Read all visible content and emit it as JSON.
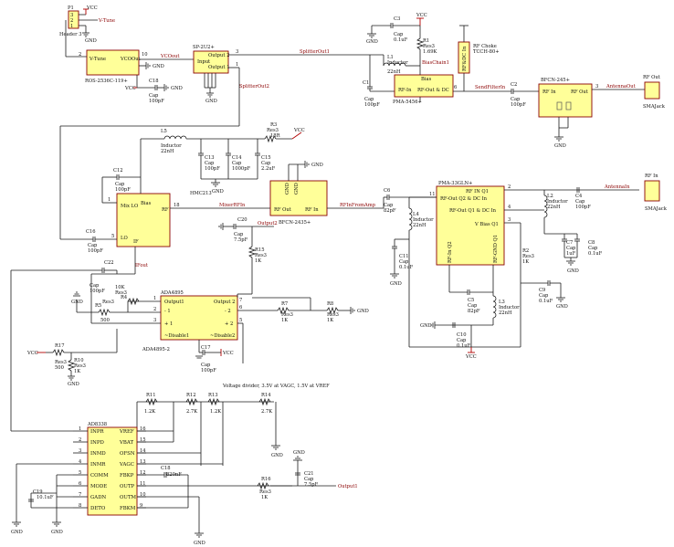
{
  "labels": {
    "p1": "P1",
    "header3": "Header 3",
    "vtune_net": "V-Tune",
    "vtune_pin": "V-Tune",
    "vco_part": "ROS-2536C-119+",
    "vco_out": "VCOOut",
    "vco_out_net": "VCOout",
    "splitter_part": "SP-2U2+",
    "splitter_out2": "Output 2",
    "splitter_input": "Input",
    "splitter_out1": "Output 1",
    "splitter_out1_net": "SplitterOut1",
    "splitter_out2_net": "SplitterOut2",
    "pma_part": "PMA-5456+",
    "pma_rfin": "RF-In",
    "pma_rfout": "RF-Out & DC",
    "pma_bias": "Bias",
    "bias_chain": "BiasChain1",
    "send_filter": "SendFilterIn",
    "antenna_out": "AntennaOut",
    "bfcn245": "BFCN-245+",
    "rfin": "RF In",
    "rfout": "RF Out",
    "rf_out_conn": "RF Out",
    "smajack": "SMAJack",
    "rf_choke": "RF Choke",
    "tcch": "TCCH-80+",
    "rfdc_in": "RF&DC In",
    "mixer_lo": "Mix LO",
    "mixer_rf": "RF",
    "mixer_if": "IF",
    "mixer_lo2": "LO",
    "mixer_part": "HMC213",
    "mixer_rf_net": "MixerRFIn",
    "bfcn2435": "BFCN-2435+",
    "rf_from_amp": "RFInFromAmp",
    "output2_net": "Output2",
    "ifout": "IFout",
    "pma_lna": "PMA-33GLN+",
    "rf_in_q1": "RF IN Q1",
    "rfout_q2": "RF-Out Q2 & DC In",
    "rfout_q1": "RF-Out Q1 & DC In",
    "vbias_q1": "V Bias Q1",
    "rfin_q2": "RF-In Q2",
    "rfgnd_q1": "RF-GND Q1",
    "antenna_in": "AntennaIn",
    "rf_in_conn": "RF In",
    "smajack2": "SMAJack",
    "ada_part": "ADA4895",
    "ada_part2": "ADA4895-2",
    "ada_out1": "Output1",
    "ada_out2": "Output 2",
    "ada_m1": "- 1",
    "ada_p1": "+ 1",
    "ada_m2": "- 2",
    "ada_p2": "+ 2",
    "ada_dis1": "~Disable1",
    "ada_dis2": "~Disable2",
    "ad_part": "AD8338",
    "divider_note": "Voltage divider, 3.5V at VAGC, 1.5V at VREF",
    "output1_net": "Output1",
    "vcc": "VCC",
    "gnd": "GND"
  },
  "pins_left": [
    "INPR",
    "INPD",
    "INMD",
    "INMR",
    "COMM",
    "MODE",
    "GADN",
    "DETO"
  ],
  "pins_right": [
    "VREF",
    "VBAT",
    "OFSN",
    "VAGC",
    "FBKP",
    "OUTP",
    "OUTM",
    "FBKM"
  ],
  "pins_left_num": [
    "1",
    "2",
    "3",
    "4",
    "5",
    "6",
    "7",
    "8"
  ],
  "pins_right_num": [
    "16",
    "15",
    "14",
    "13",
    "12",
    "11",
    "10",
    "9"
  ],
  "parts": {
    "C3": [
      "C3",
      "Cap",
      "0.1uF"
    ],
    "R1": [
      "R1",
      "Res3",
      "1.69K"
    ],
    "L1": [
      "L1",
      "Inductor",
      "22nH"
    ],
    "C1": [
      "C1",
      "Cap",
      "100pF"
    ],
    "C2": [
      "C2",
      "Cap",
      "100pF"
    ],
    "C18": [
      "C18",
      "Cap",
      "100pF"
    ],
    "L5": [
      "L5",
      "Inductor",
      "22nH"
    ],
    "R3": [
      "R3",
      "Res3",
      "18R"
    ],
    "C13": [
      "C13",
      "Cap",
      "100pF"
    ],
    "C14": [
      "C14",
      "Cap",
      "1000pF"
    ],
    "C15": [
      "C15",
      "Cap",
      "2.2uF"
    ],
    "C12": [
      "C12",
      "Cap",
      "100pF"
    ],
    "C16": [
      "C16",
      "Cap",
      "100pF"
    ],
    "C20": [
      "C20",
      "Cap",
      "7.5pF"
    ],
    "R15": [
      "R15",
      "Res3",
      "1K"
    ],
    "C22": [
      "C22",
      "Cap",
      "100pF"
    ],
    "C6": [
      "C6",
      "Cap",
      "82pF"
    ],
    "L4": [
      "L4",
      "Inductor",
      "22nH"
    ],
    "C11": [
      "C11",
      "Cap",
      "0.1uF"
    ],
    "L2": [
      "L2",
      "Inductor",
      "22nH"
    ],
    "C4": [
      "C4",
      "Cap",
      "100pF"
    ],
    "C7": [
      "C7",
      "Cap",
      "1uF"
    ],
    "C8": [
      "C8",
      "Cap",
      "0.1uF"
    ],
    "R2": [
      "R2",
      "Res3",
      "1K"
    ],
    "C9": [
      "C9",
      "Cap",
      "0.1uF"
    ],
    "C5": [
      "C5",
      "Cap",
      "82pF"
    ],
    "L3": [
      "L3",
      "Inductor",
      "22nH"
    ],
    "C10": [
      "C10",
      "Cap",
      "0.1uF"
    ],
    "R4": [
      "R4",
      "Res3",
      "10K"
    ],
    "R5": [
      "R5",
      "Res3",
      "500"
    ],
    "R7": [
      "R7",
      "Res3",
      "1K"
    ],
    "R8": [
      "R8",
      "Res3",
      "1K"
    ],
    "C17": [
      "C17",
      "Cap",
      "100pF"
    ],
    "R17": [
      "R17",
      "Res3",
      "500"
    ],
    "R10": [
      "R10",
      "Res3",
      "1K"
    ],
    "R11": [
      "R11",
      "1.2K",
      ""
    ],
    "R12": [
      "R12",
      "2.7K",
      ""
    ],
    "R13": [
      "R13",
      "1.2K",
      ""
    ],
    "R14": [
      "R14",
      "2.7K",
      ""
    ],
    "C18b": [
      "C18",
      "820nF",
      ""
    ],
    "R16": [
      "R16",
      "Res3",
      "1K"
    ],
    "C21": [
      "C21",
      "Cap",
      "7.5pF"
    ],
    "C19": [
      "C19",
      "10.1uF",
      ""
    ]
  }
}
